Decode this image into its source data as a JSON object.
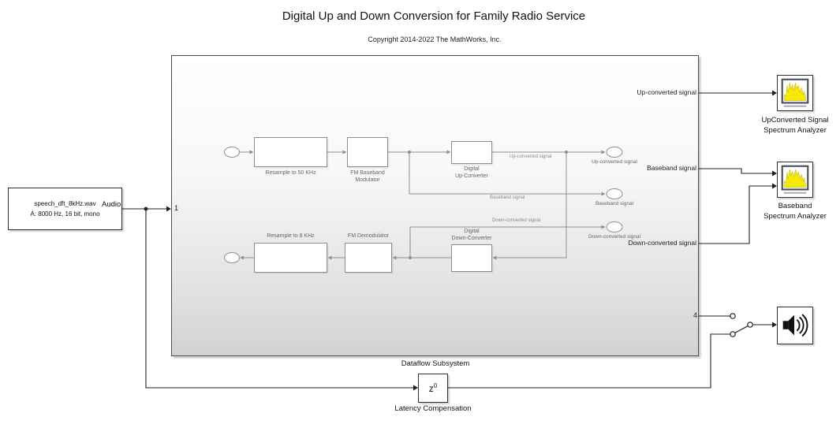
{
  "title": "Digital Up and Down Conversion for Family Radio Service",
  "copyright": "Copyright 2014-2022 The MathWorks, Inc.",
  "source_block": {
    "line1": "speech_dft_8kHz.wav",
    "line2": "A: 8000 Hz, 16 bit, mono",
    "signal_label": "Audio"
  },
  "subsystem": {
    "name": "Dataflow Subsystem",
    "inport_number": "1",
    "outport_number": "4",
    "port_labels": {
      "up_converted": "Up-converted signal",
      "baseband": "Baseband signal",
      "down_converted": "Down-converted signal"
    },
    "preview": {
      "resample_50k": "Resample to 50 KHz",
      "fm_mod_line1": "FM Baseband",
      "fm_mod_line2": "Modulator",
      "duc_line1": "Digital",
      "duc_line2": "Up-Converter",
      "ddc_line1": "Digital",
      "ddc_line2": "Down-Converter",
      "fm_demod": "FM Demodulator",
      "resample_8k": "Resample to 8 KHz",
      "wire_up_converted": "Up-converted signal",
      "wire_baseband": "Baseband signal",
      "wire_down_converted": "Down-converted signal",
      "outport_up_converted": "Up-converted signal",
      "outport_baseband": "Baseband signal",
      "outport_down_converted": "Down-converted signal"
    }
  },
  "scopes": {
    "up_converted": {
      "label_line1": "UpConverted Signal",
      "label_line2": "Spectrum Analyzer"
    },
    "baseband": {
      "label_line1": "Baseband",
      "label_line2": "Spectrum Analyzer"
    }
  },
  "latency_block": {
    "base": "z",
    "exponent": "0",
    "name": "Latency Compensation"
  },
  "icons": {
    "spectrum": "spectrum-analyzer-display-icon",
    "speaker": "speaker-sound-waves-icon",
    "switch": "manual-switch-icon"
  },
  "colors": {
    "spectrum_yellow": "#f6e90a",
    "block_border": "#2f2f2f",
    "preview_gray": "#8f8f8f"
  }
}
